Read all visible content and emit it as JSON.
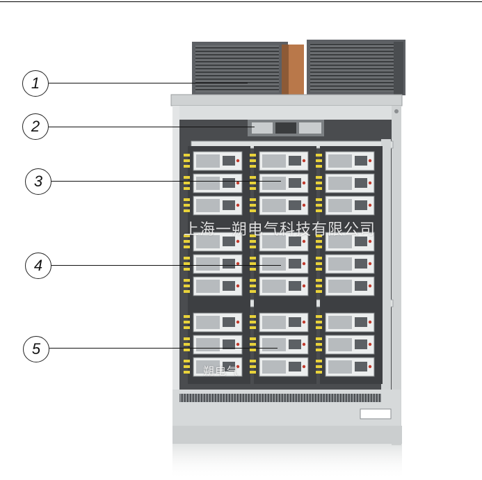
{
  "callouts": [
    {
      "number": "1"
    },
    {
      "number": "2"
    },
    {
      "number": "3"
    },
    {
      "number": "4"
    },
    {
      "number": "5"
    }
  ],
  "watermark": {
    "main": "上海一朔电气科技有限公司",
    "small": "朔电气"
  },
  "colors": {
    "cabinet_frame": "#d9dcdc",
    "module_face": "#eceeee",
    "fuse_yellow": "#e8d23a",
    "fan_grille": "#5a5d60"
  }
}
